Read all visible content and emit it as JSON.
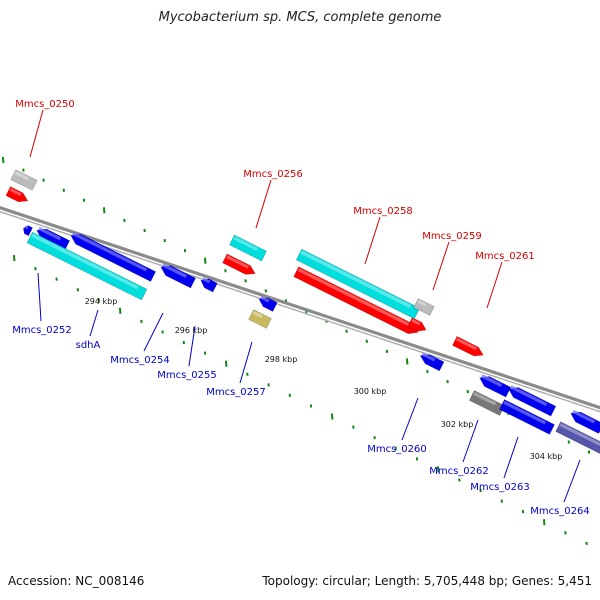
{
  "title": "Mycobacterium sp. MCS, complete genome",
  "footer": {
    "accession": "Accession: NC_008146",
    "summary": "Topology: circular; Length: 5,705,448 bp; Genes: 5,451"
  },
  "colors": {
    "backbone": "#8a8a8a",
    "tick": "#118811",
    "red": "#ff0000",
    "blue": "#0000ee",
    "cyan": "#00dddd",
    "grey": "#bbbbbb",
    "dark_grey": "#777777",
    "tan": "#c8b860",
    "slate": "#5555aa",
    "label_red": "#d40000",
    "label_blue": "#0000c8"
  },
  "genes": [
    {
      "name": "Mmcs_0250"
    },
    {
      "name": "Mmcs_0252"
    },
    {
      "name": "sdhA"
    },
    {
      "name": "Mmcs_0254"
    },
    {
      "name": "Mmcs_0255"
    },
    {
      "name": "Mmcs_0256"
    },
    {
      "name": "Mmcs_0257"
    },
    {
      "name": "Mmcs_0258"
    },
    {
      "name": "Mmcs_0259"
    },
    {
      "name": "Mmcs_0260"
    },
    {
      "name": "Mmcs_0261"
    },
    {
      "name": "Mmcs_0262"
    },
    {
      "name": "Mmcs_0263"
    },
    {
      "name": "Mmcs_0264"
    }
  ],
  "ticks": [
    "294 kbp",
    "296 kbp",
    "298 kbp",
    "300 kbp",
    "302 kbp",
    "304 kbp"
  ]
}
